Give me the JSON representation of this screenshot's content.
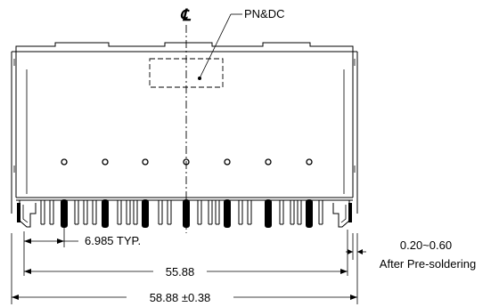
{
  "labels": {
    "centerline_symbol": "℄",
    "part_marking": "PN&DC",
    "pin_pitch": "6.985 TYP.",
    "inner_width": "55.88",
    "overall_width": "58.88 ±0.38",
    "tolerance_value": "0.20~0.60",
    "tolerance_note": "After Pre-soldering"
  }
}
